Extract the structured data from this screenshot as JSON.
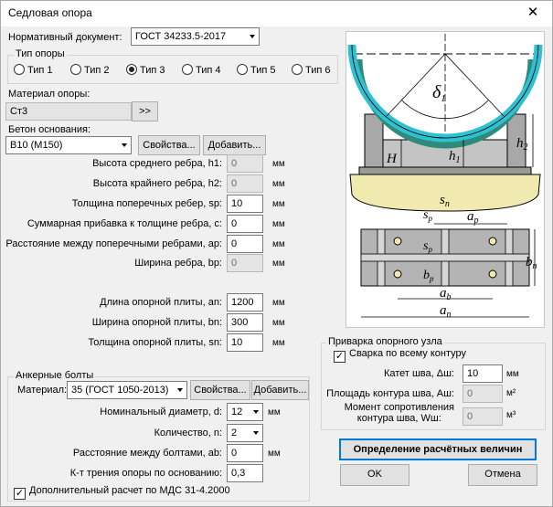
{
  "window": {
    "title": "Седловая опора",
    "close_glyph": "✕"
  },
  "normative": {
    "label": "Нормативный документ:",
    "value": "ГОСТ 34233.5-2017"
  },
  "support_type": {
    "title": "Тип опоры",
    "options": [
      "Тип 1",
      "Тип 2",
      "Тип 3",
      "Тип 4",
      "Тип 5",
      "Тип 6"
    ],
    "selected": "Тип 3"
  },
  "material": {
    "label": "Материал опоры:",
    "value": "Ст3",
    "button": ">>"
  },
  "concrete": {
    "label": "Бетон основания:",
    "value": "B10 (M150)",
    "props_button": "Свойства...",
    "add_button": "Добавить..."
  },
  "fields": [
    {
      "label": "Высота среднего ребра, h1:",
      "value": "0",
      "unit": "мм",
      "disabled": true
    },
    {
      "label": "Высота крайнего ребра, h2:",
      "value": "0",
      "unit": "мм",
      "disabled": true
    },
    {
      "label": "Толщина поперечных ребер, sp:",
      "value": "10",
      "unit": "мм",
      "disabled": false
    },
    {
      "label": "Суммарная прибавка к толщине ребра, c:",
      "value": "0",
      "unit": "мм",
      "disabled": false
    },
    {
      "label": "Расстояние между поперечными ребрами, ap:",
      "value": "0",
      "unit": "мм",
      "disabled": false
    },
    {
      "label": "Ширина ребра, bp:",
      "value": "0",
      "unit": "мм",
      "disabled": true
    }
  ],
  "plate": [
    {
      "label": "Длина опорной плиты, an:",
      "value": "1200",
      "unit": "мм"
    },
    {
      "label": "Ширина опорной плиты, bn:",
      "value": "300",
      "unit": "мм"
    },
    {
      "label": "Толщина опорной плиты, sn:",
      "value": "10",
      "unit": "мм"
    }
  ],
  "anchor": {
    "title": "Анкерные болты",
    "material_label": "Материал:",
    "material_value": "35 (ГОСТ 1050-2013)",
    "props_button": "Свойства...",
    "add_button": "Добавить...",
    "diameter_label": "Номинальный диаметр, d:",
    "diameter_value": "12",
    "diameter_unit": "мм",
    "count_label": "Количество, n:",
    "count_value": "2",
    "spacing_label": "Расстояние между болтами, ab:",
    "spacing_value": "0",
    "spacing_unit": "мм",
    "friction_label": "К-т трения опоры по основанию:",
    "friction_value": "0,3",
    "extra_calc_label": "Дополнительный расчет по МДС 31-4.2000",
    "extra_calc_checked": true
  },
  "weld": {
    "title": "Приварка опорного узла",
    "full_contour_label": "Сварка по всему контуру",
    "full_contour_checked": true,
    "leg_label": "Катет шва, Δш:",
    "leg_value": "10",
    "leg_unit": "мм",
    "area_label": "Площадь контура шва, Аш:",
    "area_value": "0",
    "area_unit": "м²",
    "moment_label_1": "Момент сопротивления",
    "moment_label_2": "контура шва, Wш:",
    "moment_value": "0",
    "moment_unit": "м³"
  },
  "actions": {
    "compute": "Определение расчётных величин",
    "ok": "OK",
    "cancel": "Отмена"
  },
  "drawing": {
    "labels": {
      "delta": "δ",
      "delta_sub": "1",
      "H": "H",
      "h1": "h",
      "h1_sub": "1",
      "h2": "h",
      "h2_sub": "2",
      "sn": "s",
      "sn_sub": "n",
      "sp": "s",
      "sp_sub": "p",
      "ap": "a",
      "ap_sub": "p",
      "bn": "b",
      "bn_sub": "n",
      "bp": "b",
      "bp_sub": "p",
      "ab": "a",
      "ab_sub": "b",
      "an": "a",
      "an_sub": "n"
    },
    "colors": {
      "shell": "#2fc0d2",
      "pad": "#2e8a7a",
      "rib": "#a8a8a8",
      "concrete": "#f0eab0",
      "plate": "#9a9a9a"
    }
  }
}
